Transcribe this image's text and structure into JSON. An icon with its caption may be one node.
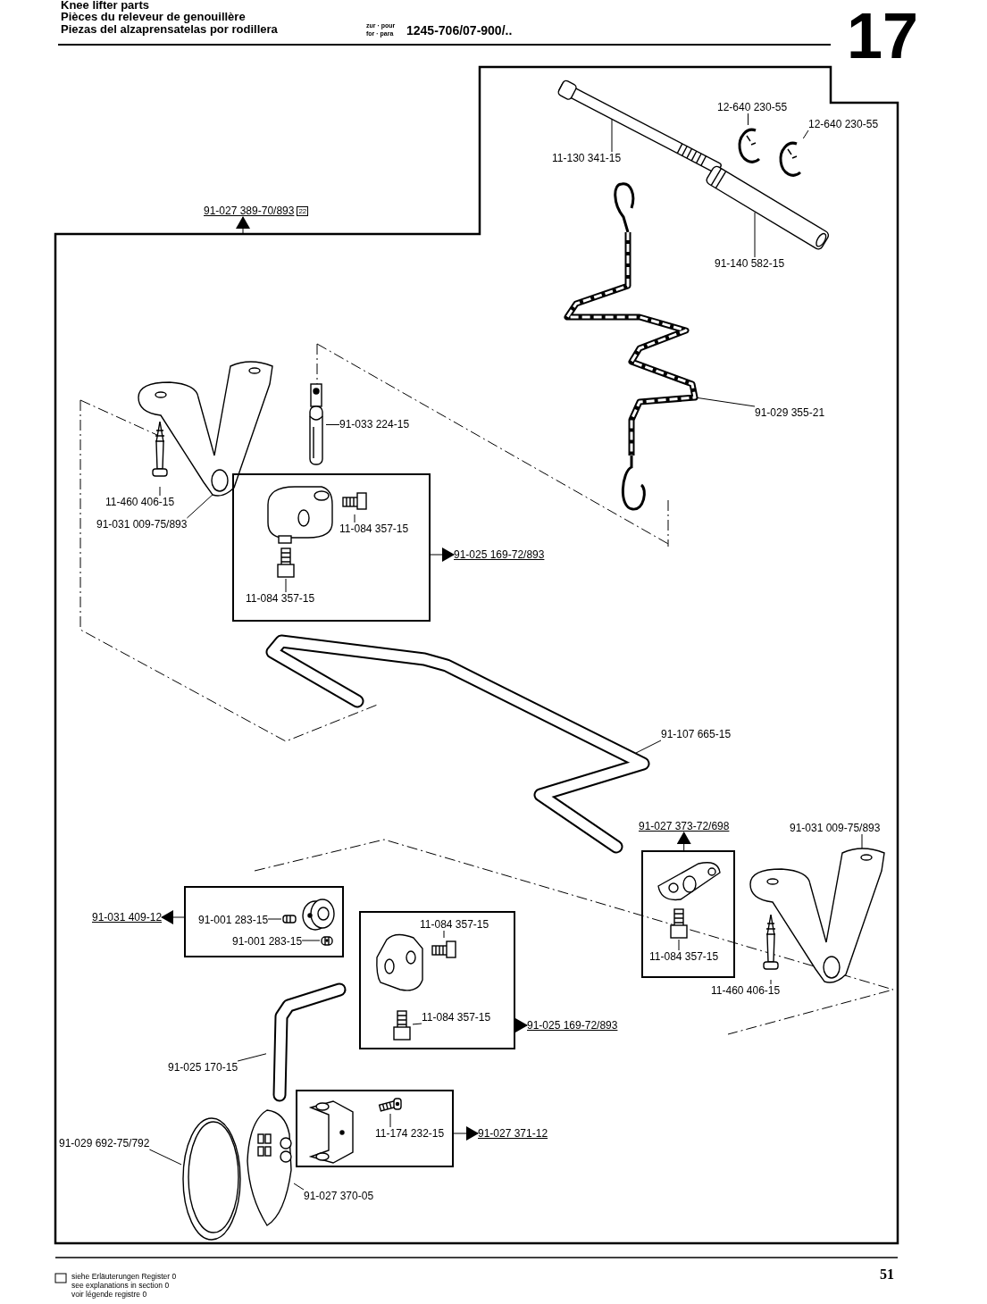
{
  "diagram": {
    "nodes": [
      {
        "text": [],
        "shape": "box"
      },
      {
        "text": [
          "91-027 389-70/893",
          "22"
        ]
      },
      {
        "text": [],
        "shape": "picture",
        "in": 0
      },
      {
        "text": [
          "11-130 341-15"
        ],
        "in": 0
      },
      {
        "text": [],
        "shape": "picture",
        "in": 0
      },
      {
        "text": [
          "91-140 582-15"
        ],
        "in": 0
      },
      {
        "text": [],
        "shape": "picture",
        "in": 0
      },
      {
        "text": [],
        "shape": "picture",
        "in": 0
      },
      {
        "text": [
          "12-640 230-55"
        ],
        "in": 0
      },
      {
        "text": [
          "12-640 230-55"
        ],
        "in": 0
      },
      {
        "text": [],
        "shape": "picture",
        "in": 0
      },
      {
        "text": [
          "91-029 355-21"
        ],
        "in": 0
      },
      {
        "text": [],
        "shape": "picture",
        "in": 0
      },
      {
        "text": [],
        "shape": "picture",
        "in": 0
      },
      {
        "text": [
          "11-460 406-15"
        ],
        "in": 0
      },
      {
        "text": [
          "91-031 009-75/893"
        ],
        "in": 0
      },
      {
        "text": [],
        "shape": "picture",
        "in": 0
      },
      {
        "text": [
          "91-033 224-15"
        ],
        "in": 0
      },
      {
        "text": [],
        "shape": "box",
        "in": 0
      },
      {
        "text": [],
        "shape": "picture",
        "in": 18
      },
      {
        "text": [],
        "shape": "picture",
        "in": 18
      },
      {
        "text": [
          "11-084 357-15"
        ],
        "in": 18
      },
      {
        "text": [],
        "shape": "picture",
        "in": 18
      },
      {
        "text": [
          "11-084 357-15"
        ],
        "in": 18
      },
      {
        "text": [
          "91-025 169-72/893"
        ],
        "in": 0
      },
      {
        "text": [],
        "shape": "picture",
        "in": 0
      },
      {
        "text": [
          "91-107 665-15"
        ],
        "in": 0
      },
      {
        "text": [],
        "shape": "box",
        "in": 0
      },
      {
        "text": [
          "91-027 373-72/698"
        ],
        "in": 0
      },
      {
        "text": [],
        "shape": "picture",
        "in": 27
      },
      {
        "text": [],
        "shape": "picture",
        "in": 27
      },
      {
        "text": [
          "11-084 357-15"
        ],
        "in": 27
      },
      {
        "text": [],
        "shape": "picture",
        "in": 0
      },
      {
        "text": [],
        "shape": "picture",
        "in": 0
      },
      {
        "text": [
          "91-031 009-75/893"
        ],
        "in": 0
      },
      {
        "text": [
          "11-460 406-15"
        ],
        "in": 0
      },
      {
        "text": [],
        "shape": "box",
        "in": 0
      },
      {
        "text": [
          "91-031 409-12"
        ],
        "in": 0
      },
      {
        "text": [],
        "shape": "picture",
        "in": 36
      },
      {
        "text": [],
        "shape": "picture",
        "in": 36
      },
      {
        "text": [
          "91-001 283-15"
        ],
        "in": 36
      },
      {
        "text": [],
        "shape": "picture",
        "in": 36
      },
      {
        "text": [
          "91-001 283-15"
        ],
        "in": 36
      },
      {
        "text": [],
        "shape": "box",
        "in": 0
      },
      {
        "text": [],
        "shape": "picture",
        "in": 43
      },
      {
        "text": [],
        "shape": "picture",
        "in": 43
      },
      {
        "text": [
          "11-084 357-15"
        ],
        "in": 43
      },
      {
        "text": [],
        "shape": "picture",
        "in": 43
      },
      {
        "text": [
          "11-084 357-15"
        ],
        "in": 43
      },
      {
        "text": [
          "91-025 169-72/893"
        ],
        "in": 0
      },
      {
        "text": [],
        "shape": "picture",
        "in": 0
      },
      {
        "text": [
          "91-025 170-15"
        ],
        "in": 0
      },
      {
        "text": [],
        "shape": "box",
        "in": 0
      },
      {
        "text": [],
        "shape": "picture",
        "in": 52
      },
      {
        "text": [],
        "shape": "picture",
        "in": 52
      },
      {
        "text": [
          "11-174 232-15"
        ],
        "in": 52
      },
      {
        "text": [
          "91-027 371-12"
        ],
        "in": 0
      },
      {
        "text": [],
        "shape": "picture",
        "in": 0
      },
      {
        "text": [
          "91-029 692-75/792"
        ],
        "in": 0
      },
      {
        "text": [],
        "shape": "picture",
        "in": 0
      },
      {
        "text": [
          "91-027 370-05"
        ],
        "in": 0
      }
    ],
    "edges": [
      {
        "from": 3,
        "to": 2,
        "arrow": "none"
      },
      {
        "from": 5,
        "to": 4,
        "arrow": "none"
      },
      {
        "from": 8,
        "to": 6,
        "arrow": "none"
      },
      {
        "from": 9,
        "to": 7,
        "arrow": "none"
      },
      {
        "from": 11,
        "to": 10,
        "arrow": "none"
      },
      {
        "from": 14,
        "to": 13,
        "arrow": "none"
      },
      {
        "from": 15,
        "to": 12,
        "arrow": "none"
      },
      {
        "from": 17,
        "to": 16,
        "arrow": "none"
      },
      {
        "from": 21,
        "to": 20,
        "arrow": "none"
      },
      {
        "from": 23,
        "to": 22,
        "arrow": "none"
      },
      {
        "from": 26,
        "to": 25,
        "arrow": "none"
      },
      {
        "from": 31,
        "to": 30,
        "arrow": "none"
      },
      {
        "from": 34,
        "to": 32,
        "arrow": "none"
      },
      {
        "from": 35,
        "to": 33,
        "arrow": "none"
      },
      {
        "from": 40,
        "to": 39,
        "arrow": "none"
      },
      {
        "from": 42,
        "to": 41,
        "arrow": "none"
      },
      {
        "from": 46,
        "to": 45,
        "arrow": "none"
      },
      {
        "from": 48,
        "to": 47,
        "arrow": "none"
      },
      {
        "from": 51,
        "to": 50,
        "arrow": "none"
      },
      {
        "from": 55,
        "to": 54,
        "arrow": "none"
      },
      {
        "from": 58,
        "to": 57,
        "arrow": "none"
      },
      {
        "from": 60,
        "to": 59,
        "arrow": "none"
      },
      {
        "from": 0,
        "to": 1,
        "arrow": "to"
      },
      {
        "from": 18,
        "to": 24,
        "arrow": "to"
      },
      {
        "from": 27,
        "to": 28,
        "arrow": "to"
      },
      {
        "from": 36,
        "to": 37,
        "arrow": "to"
      },
      {
        "from": 43,
        "to": 49,
        "arrow": "to"
      },
      {
        "from": 52,
        "to": 56,
        "arrow": "to"
      }
    ],
    "labels": [
      "Knee lifter parts",
      "Pièces du releveur de genouillère",
      "Piezas del alzaprensatelas por rodillera",
      "zur · pour",
      "for · para",
      "1245-706/07-900/..",
      "17",
      "siehe Erläuterungen Register 0",
      "see explanations in section 0",
      "voir légende registre 0",
      "51"
    ]
  }
}
